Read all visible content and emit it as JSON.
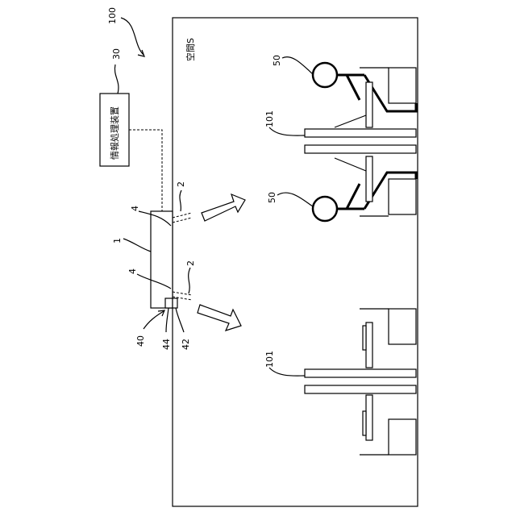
{
  "figure": {
    "system_label": "100",
    "space_label": "空間S",
    "info_device": {
      "ref": "30",
      "name": "情報処理装置"
    },
    "sensor_unit": {
      "ref": "1"
    },
    "emitter_refs": [
      "4",
      "4"
    ],
    "beam_refs": [
      "2",
      "2"
    ],
    "bracket_refs": [
      "40",
      "44",
      "42"
    ],
    "person_refs": [
      "50",
      "50"
    ],
    "desk_refs": [
      "101",
      "101"
    ]
  }
}
